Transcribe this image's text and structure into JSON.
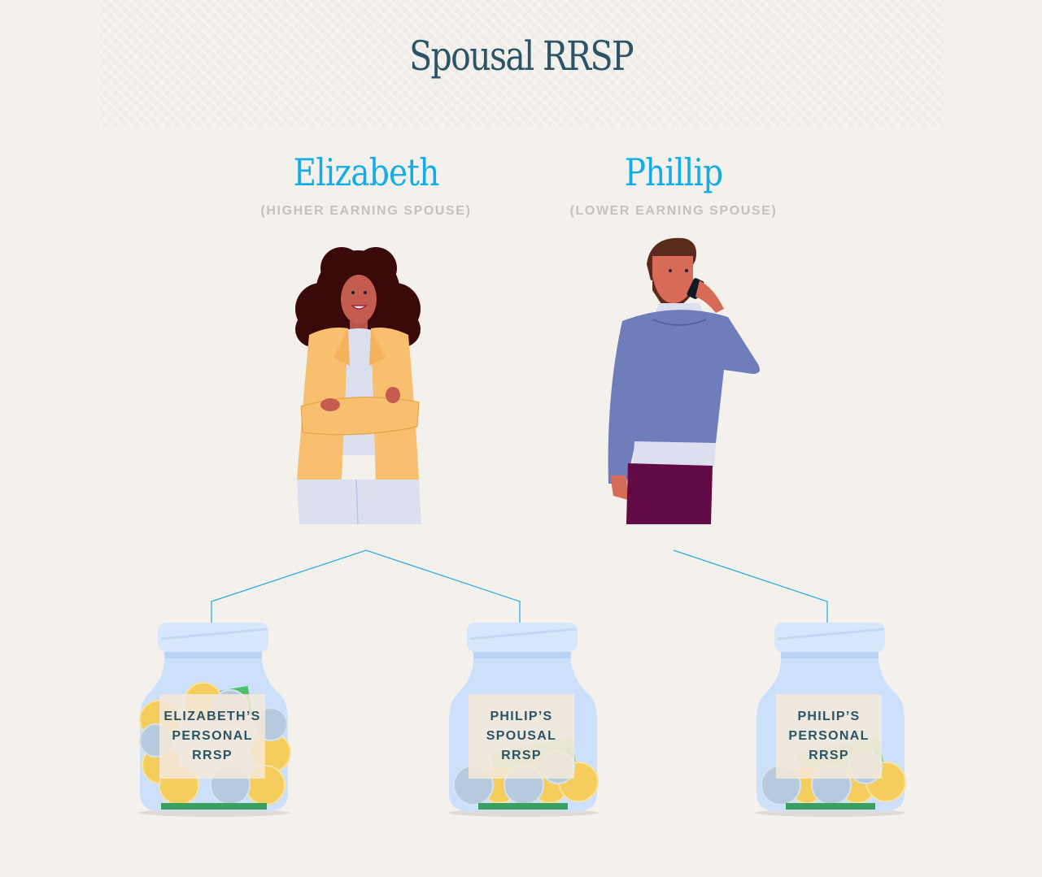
{
  "title": "Spousal RRSP",
  "people": [
    {
      "name": "Elizabeth",
      "role": "(HIGHER EARNING SPOUSE)",
      "illustration": "woman-arms-crossed-illustration"
    },
    {
      "name": "Phillip",
      "role": "(LOWER EARNING SPOUSE)",
      "illustration": "man-on-phone-illustration"
    }
  ],
  "jars": [
    {
      "line1": "ELIZABETH’S",
      "line2": "PERSONAL",
      "line3": "RRSP",
      "owner": "Elizabeth"
    },
    {
      "line1": "PHILIP’S",
      "line2": "SPOUSAL",
      "line3": "RRSP",
      "owner": "Elizabeth"
    },
    {
      "line1": "PHILIP’S",
      "line2": "PERSONAL",
      "line3": "RRSP",
      "owner": "Phillip"
    }
  ],
  "colors": {
    "title": "#2b5466",
    "name": "#12ade6",
    "role": "#c5c1bd",
    "connector": "#2aaee0",
    "background": "#f4f1ed",
    "jar_glass": "#cfe0fb",
    "label_bg": "#f4e8da"
  }
}
